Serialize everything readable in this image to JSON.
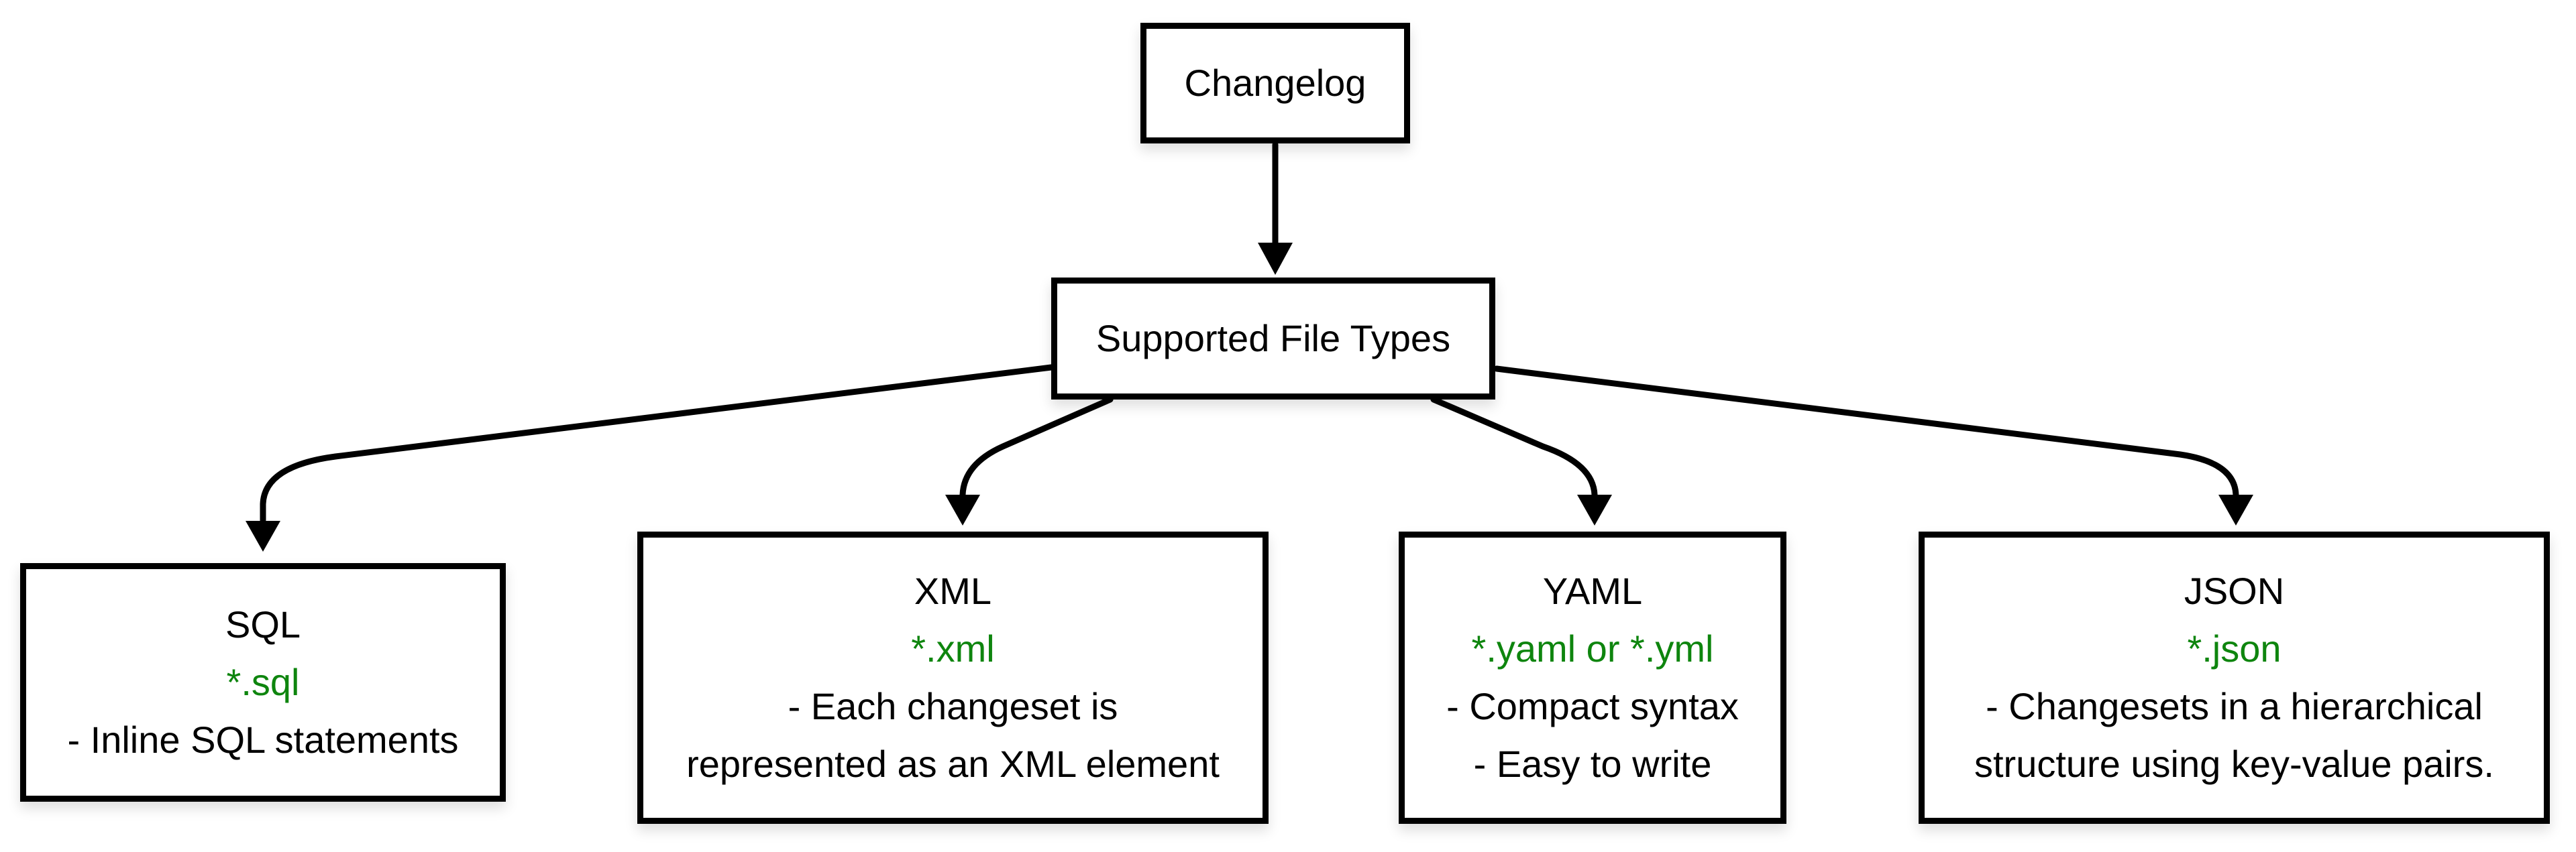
{
  "colors": {
    "line_black": "#000000",
    "pattern_green": "#0e850e",
    "background": "#ffffff"
  },
  "nodes": {
    "changelog": {
      "label": "Changelog"
    },
    "supported": {
      "label": "Supported File Types"
    },
    "sql": {
      "title": "SQL",
      "pattern": "*.sql",
      "details": [
        "- Inline SQL statements"
      ]
    },
    "xml": {
      "title": "XML",
      "pattern": "*.xml",
      "details": [
        "- Each changeset is",
        "represented as an XML element"
      ]
    },
    "yaml": {
      "title": "YAML",
      "pattern": "*.yaml or *.yml",
      "details": [
        "- Compact syntax",
        "- Easy to write"
      ]
    },
    "json": {
      "title": "JSON",
      "pattern": "*.json",
      "details": [
        "- Changesets in a hierarchical",
        "structure using key-value pairs."
      ]
    }
  },
  "edges": [
    {
      "from": "Changelog",
      "to": "Supported File Types"
    },
    {
      "from": "Supported File Types",
      "to": "SQL"
    },
    {
      "from": "Supported File Types",
      "to": "XML"
    },
    {
      "from": "Supported File Types",
      "to": "YAML"
    },
    {
      "from": "Supported File Types",
      "to": "JSON"
    }
  ]
}
